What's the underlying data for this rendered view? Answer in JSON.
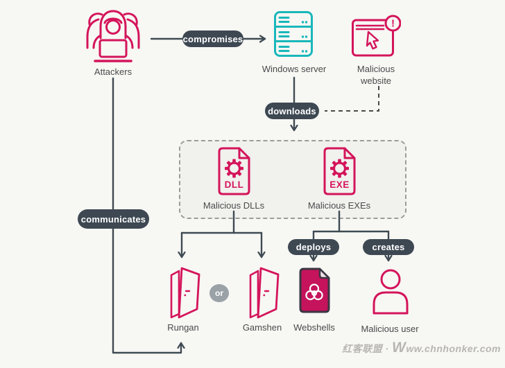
{
  "diagram": {
    "nodes": {
      "attackers": {
        "label": "Attackers"
      },
      "windows_server": {
        "label": "Windows server"
      },
      "malicious_website": {
        "label": "Malicious website",
        "alert_badge": "!"
      },
      "malicious_dlls": {
        "label": "Malicious DLLs",
        "file_type": "DLL"
      },
      "malicious_exes": {
        "label": "Malicious EXEs",
        "file_type": "EXE"
      },
      "rungan": {
        "label": "Rungan"
      },
      "gamshen": {
        "label": "Gamshen"
      },
      "webshells": {
        "label": "Webshells"
      },
      "malicious_user": {
        "label": "Malicious user"
      }
    },
    "edges": {
      "compromises": {
        "label": "compromises"
      },
      "downloads": {
        "label": "downloads"
      },
      "communicates": {
        "label": "communicates"
      },
      "deploys": {
        "label": "deploys"
      },
      "creates": {
        "label": "creates"
      },
      "or": {
        "label": "or"
      }
    },
    "colors": {
      "pink": "#d4145a",
      "teal": "#19b7ba",
      "slate": "#3d4852",
      "badge_gray": "#9aa2a8",
      "box_fill": "#f1f1ee",
      "box_border": "#9b9b9b",
      "label_text": "#4a4a4a",
      "watermark": "#b8b6b2"
    }
  },
  "watermark": {
    "cn": "红客联盟",
    "sep": " · ",
    "w": "W",
    "rest": "ww.chnhonker.com"
  }
}
